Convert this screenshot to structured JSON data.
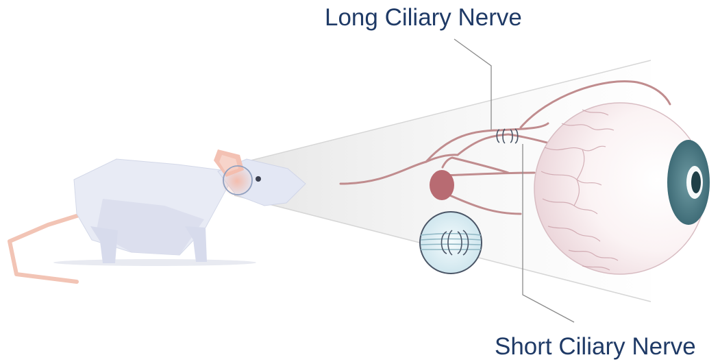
{
  "labels": {
    "long_ciliary_nerve": "Long Ciliary Nerve",
    "short_ciliary_nerve": "Short Ciliary Nerve"
  },
  "colors": {
    "label_text": "#1f3a66",
    "nerve": "#c08c8e",
    "ganglion": "#b86b72",
    "mouse_body": "#e9ebf5",
    "mouse_tail": "#f2c4b5",
    "iris": "#4e7b86",
    "leader_line": "#8a8a8a"
  },
  "icons": {
    "mouse": "mouse-illustration",
    "eye": "eyeball-illustration",
    "cuff": "nerve-cuff-electrode-icon",
    "inset": "magnified-cuff-inset-icon"
  }
}
